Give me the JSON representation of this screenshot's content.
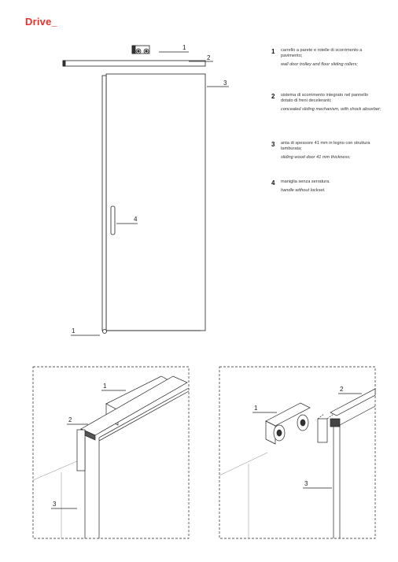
{
  "title": "Drive_",
  "callouts": {
    "main": {
      "trolley": "1",
      "rail": "2",
      "door": "3",
      "handle": "4",
      "floor": "1"
    },
    "detail_left": {
      "trolley": "1",
      "rail": "2",
      "door": "3"
    },
    "detail_right": {
      "trolley": "1",
      "rail": "2",
      "door": "3"
    }
  },
  "legend": [
    {
      "num": "1",
      "it": "carrello a parete e rotelle di scorrimento a pavimento;",
      "en": "wall door trolley and floor sliding rollers;"
    },
    {
      "num": "2",
      "it": "sistema di scorrimento integrato nel pannello dotato di freni deceleranti;",
      "en": "concealed sliding mechanism, with shock absorber;"
    },
    {
      "num": "3",
      "it": "anta di spessore 41 mm in legno con struttura tamburata;",
      "en": "sliding wood door 41 mm thickness;"
    },
    {
      "num": "4",
      "it": "maniglia senza serratura.",
      "en": "handle without lockset."
    }
  ],
  "colors": {
    "accent": "#e8322b",
    "line": "#222222"
  }
}
